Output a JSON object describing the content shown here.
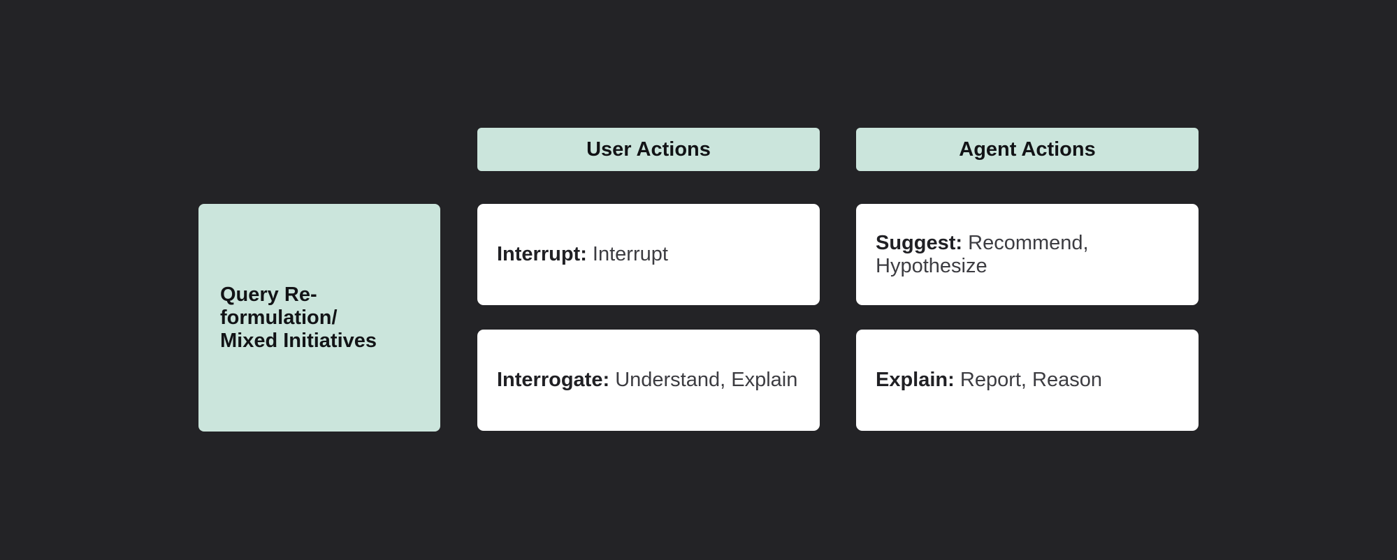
{
  "palette": {
    "background": "#232326",
    "mint": "#cbe5dc",
    "card_background": "#ffffff",
    "heading_text": "#121316",
    "card_lead_text": "#202024",
    "card_body_text": "#3c3c41"
  },
  "category": {
    "line1": "Query Re-formulation/",
    "line2": "Mixed Initiatives"
  },
  "columns": [
    {
      "header": "User Actions",
      "cards": [
        {
          "lead": "Interrupt:",
          "rest": " Interrupt"
        },
        {
          "lead": "Interrogate:",
          "rest": " Understand, Explain"
        }
      ]
    },
    {
      "header": "Agent Actions",
      "cards": [
        {
          "lead": "Suggest:",
          "rest": " Recommend, Hypothesize"
        },
        {
          "lead": "Explain:",
          "rest": " Report, Reason"
        }
      ]
    }
  ]
}
